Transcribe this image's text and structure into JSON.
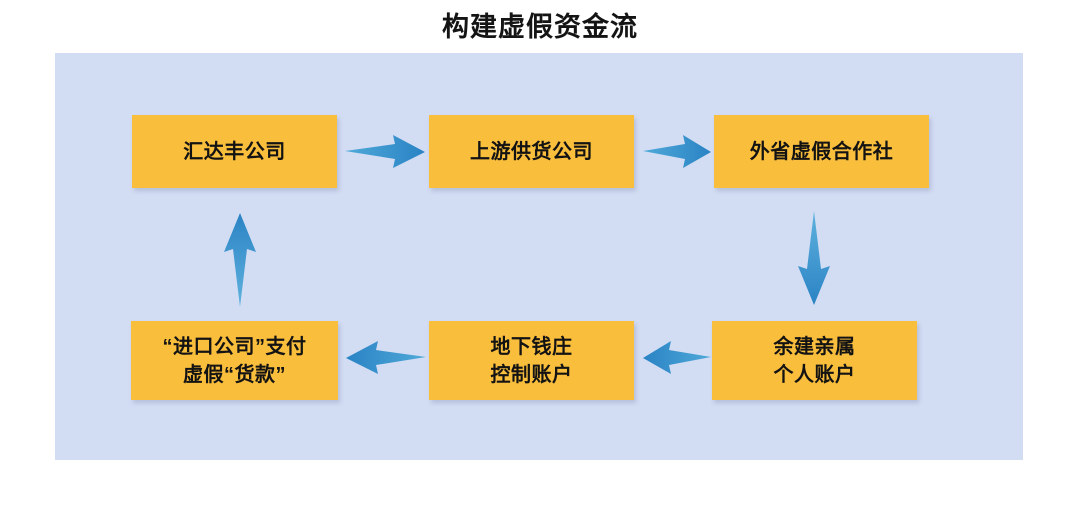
{
  "title": "构建虚假资金流",
  "colors": {
    "panel_background": "#d2dcf3",
    "node_fill": "#fabe3d",
    "node_text": "#131313",
    "arrow": "#3e9fd6",
    "page_background": "#ffffff",
    "title_text": "#141414"
  },
  "diagram": {
    "type": "flow",
    "nodes": [
      {
        "id": "huidafeng",
        "lines": [
          "汇达丰公司"
        ],
        "row": "top",
        "col": 1
      },
      {
        "id": "supplier",
        "lines": [
          "上游供货公司"
        ],
        "row": "top",
        "col": 2
      },
      {
        "id": "coop",
        "lines": [
          "外省虚假合作社"
        ],
        "row": "top",
        "col": 3
      },
      {
        "id": "import_company",
        "lines": [
          "“进口公司”支付",
          "虚假“货款”"
        ],
        "row": "bottom",
        "col": 1
      },
      {
        "id": "underground",
        "lines": [
          "地下钱庄",
          "控制账户"
        ],
        "row": "bottom",
        "col": 2
      },
      {
        "id": "relative",
        "lines": [
          "余建亲属",
          "个人账户"
        ],
        "row": "bottom",
        "col": 3
      }
    ],
    "edges": [
      {
        "from": "huidafeng",
        "to": "supplier",
        "direction": "right"
      },
      {
        "from": "supplier",
        "to": "coop",
        "direction": "right"
      },
      {
        "from": "coop",
        "to": "relative",
        "direction": "down"
      },
      {
        "from": "relative",
        "to": "underground",
        "direction": "left"
      },
      {
        "from": "underground",
        "to": "import_company",
        "direction": "left"
      },
      {
        "from": "import_company",
        "to": "huidafeng",
        "direction": "up"
      }
    ]
  }
}
